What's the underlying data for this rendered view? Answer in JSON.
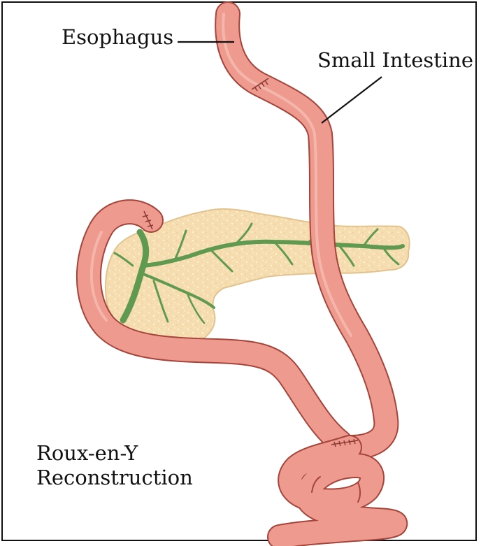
{
  "figure": {
    "labels": {
      "esophagus": "Esophagus",
      "small_intestine": "Small Intestine",
      "caption_line1": "Roux-en-Y",
      "caption_line2": "Reconstruction"
    },
    "colors": {
      "intestine_fill": "#ef9a8e",
      "intestine_outline": "#a4443a",
      "pancreas_fill": "#f6ddb0",
      "vessel": "#5f9a50",
      "leader_line": "#111111",
      "frame": "#111111"
    }
  }
}
